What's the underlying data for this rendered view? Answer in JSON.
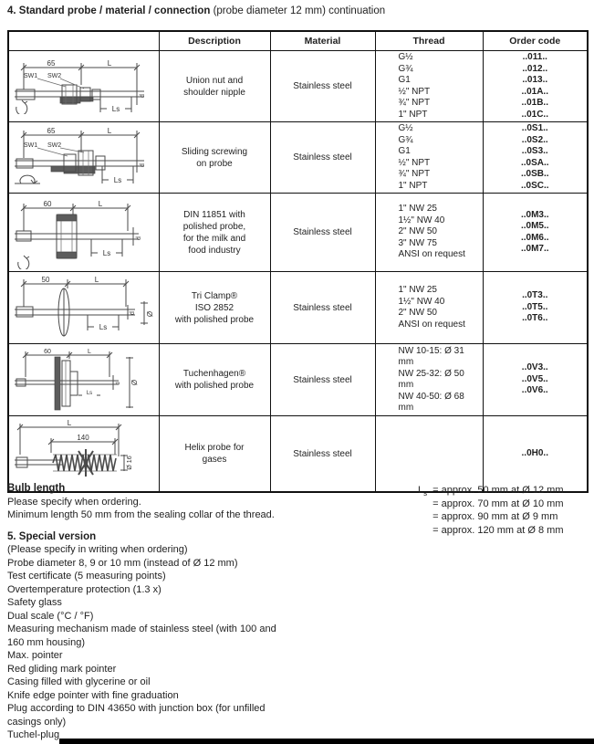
{
  "title": {
    "bold": "4. Standard probe / material / connection",
    "rest": " (probe diameter 12 mm) continuation"
  },
  "table": {
    "headers": {
      "description": "Description",
      "material": "Material",
      "thread": "Thread",
      "order_code": "Order code"
    },
    "rows": [
      {
        "description": "Union nut and\nshoulder nipple",
        "material": "Stainless steel",
        "threads": "G½\nG¾\nG1\n½\" NPT\n¾\" NPT\n1\" NPT",
        "codes": "..011..\n..012..\n..013..\n..01A..\n..01B..\n..01C..",
        "diagram": {
          "dim_left": "65",
          "dim_right": "L",
          "label_sw1": "SW1",
          "label_sw2": "SW2",
          "label_d": "d",
          "label_ls": "Ls"
        }
      },
      {
        "description": "Sliding screwing\non probe",
        "material": "Stainless steel",
        "threads": "G½\nG¾\nG1\n½\" NPT\n¾\" NPT\n1\" NPT",
        "codes": "..0S1..\n..0S2..\n..0S3..\n..0SA..\n..0SB..\n..0SC..",
        "diagram": {
          "dim_left": "65",
          "dim_right": "L",
          "label_sw1": "SW1",
          "label_sw2": "SW2",
          "label_d": "d",
          "label_ls": "Ls"
        }
      },
      {
        "description": "DIN 11851 with\npolished probe,\nfor the milk and\nfood industry",
        "material": "Stainless steel",
        "threads": "1\" NW 25\n1½\" NW 40\n2\" NW 50\n3\" NW 75\nANSI on request",
        "codes": "..0M3..\n..0M5..\n..0M6..\n..0M7..",
        "diagram": {
          "dim_left": "60",
          "dim_right": "L",
          "label_d": "d",
          "label_ls": "Ls"
        }
      },
      {
        "description": "Tri Clamp®\nISO 2852\nwith polished probe",
        "material": "Stainless steel",
        "threads": "1\" NW 25\n1½\" NW 40\n2\" NW 50\nANSI on request",
        "codes": "..0T3..\n..0T5..\n..0T6..",
        "diagram": {
          "dim_left": "50",
          "dim_right": "L",
          "label_d": "d",
          "label_dia": "Ø",
          "label_ls": "Ls"
        }
      },
      {
        "description": "Tuchenhagen®\nwith polished probe",
        "material": "Stainless steel",
        "threads": "NW 10-15: Ø 31 mm\nNW 25-32: Ø 50 mm\nNW 40-50: Ø 68 mm",
        "codes": "..0V3..\n..0V5..\n..0V6..",
        "diagram": {
          "dim_left": "60",
          "dim_right": "L",
          "label_d": "d",
          "label_dia": "Ø",
          "label_ls": "Ls"
        }
      },
      {
        "description": "Helix probe for\ngases",
        "material": "Stainless steel",
        "threads": "",
        "codes": "..0H0..",
        "diagram": {
          "dim_top": "L",
          "dim_inner": "140",
          "label_dia": "Ø 16"
        }
      }
    ]
  },
  "bulb_length": {
    "heading": "Bulb length",
    "line1": "Please specify when ordering.",
    "line2": "Minimum length 50 mm from the sealing collar of the thread."
  },
  "ls_table": {
    "symbol": "L",
    "symbol_sub": "s",
    "lines": [
      "= approx. 50 mm at Ø 12 mm",
      "= approx. 70 mm at Ø 10 mm",
      "= approx. 90 mm at Ø 9 mm",
      "= approx. 120 mm at Ø 8 mm"
    ]
  },
  "special_version": {
    "heading": "5. Special version",
    "items": [
      "(Please specify in writing when ordering)",
      "Probe diameter 8, 9 or 10 mm (instead of Ø 12 mm)",
      "Test certificate (5 measuring points)",
      "Overtemperature protection (1.3 x)",
      "Safety glass",
      "Dual scale (°C / °F)",
      "Measuring mechanism made of stainless steel (with 100 and\n160 mm housing)",
      "Max. pointer",
      "Red gliding mark pointer",
      "Casing filled with glycerine or oil",
      "Knife edge pointer with fine graduation",
      "Plug according to DIN 43650 with junction box (for unfilled\ncasings only)",
      "Tuchel-plug"
    ]
  }
}
